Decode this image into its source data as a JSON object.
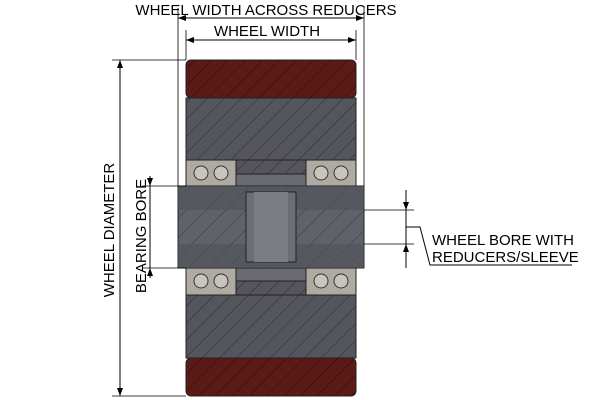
{
  "labels": {
    "wheel_width_across_reducers": "WHEEL WIDTH ACROSS REDUCERS",
    "wheel_width": "WHEEL WIDTH",
    "wheel_diameter": "WHEEL DIAMETER",
    "bearing_bore": "BEARING BORE",
    "wheel_bore_line1": "WHEEL BORE WITH",
    "wheel_bore_line2": "REDUCERS/SLEEVE"
  },
  "colors": {
    "tread": "#5a1a16",
    "hub": "#55565d",
    "bearing": "#b0aba2",
    "sleeve": "#60626a",
    "hatch": "#2c2c32"
  }
}
